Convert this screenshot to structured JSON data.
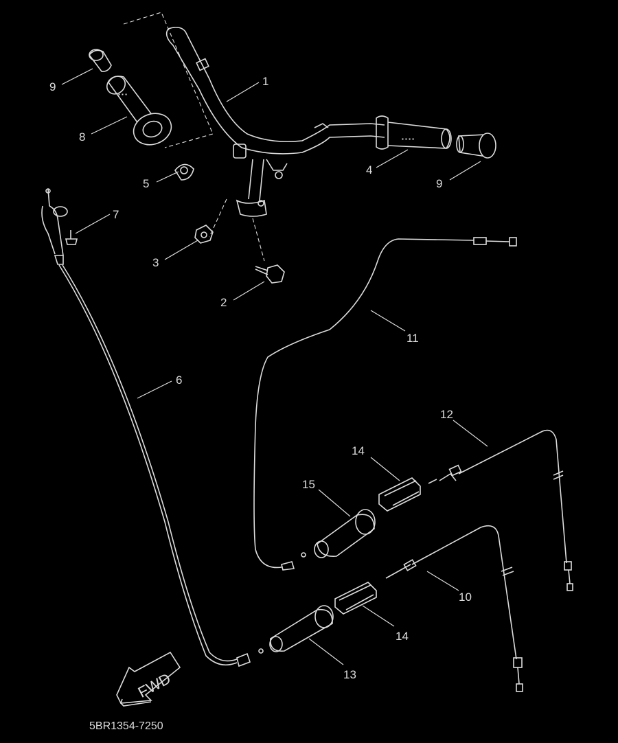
{
  "diagram": {
    "drawing_code": "5BR1354-7250",
    "direction_arrow_label": "FWD",
    "callouts": [
      "1",
      "2",
      "3",
      "4",
      "5",
      "6",
      "7",
      "8",
      "9",
      "9",
      "10",
      "11",
      "12",
      "13",
      "14",
      "14",
      "15"
    ],
    "colors": {
      "background": "#000000",
      "line": "#dcdcdc"
    }
  }
}
